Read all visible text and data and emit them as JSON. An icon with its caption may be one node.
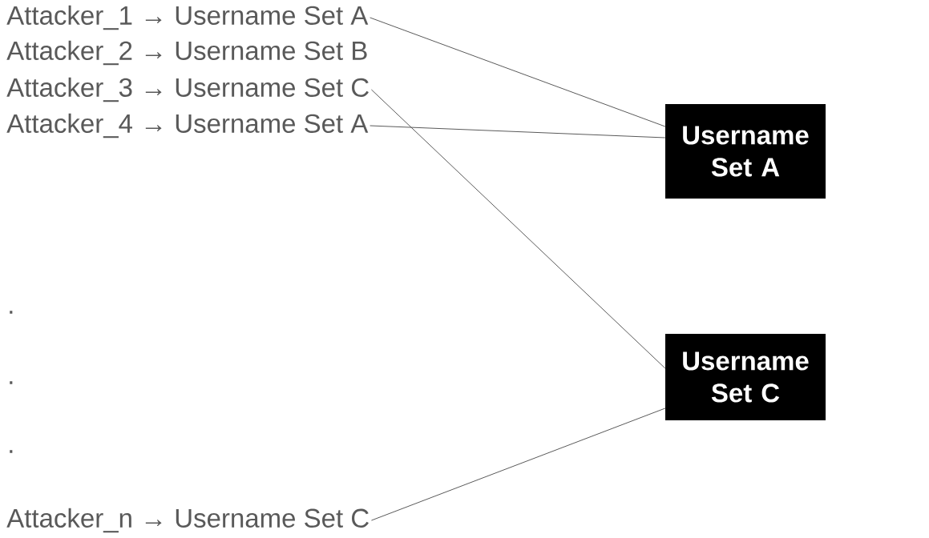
{
  "diagram": {
    "nodes": [
      {
        "text": [
          "Attacker_1 → Username Set A"
        ]
      },
      {
        "text": [
          "Attacker_2 → Username Set B"
        ]
      },
      {
        "text": [
          "Attacker_3 → Username Set C"
        ]
      },
      {
        "text": [
          "Attacker_4 → Username Set A"
        ]
      },
      {
        "text": [
          "Attacker_n → Username Set C"
        ]
      },
      {
        "text": [
          "Username Set A"
        ]
      },
      {
        "text": [
          "Username Set C"
        ]
      }
    ],
    "edges": [
      {
        "from": 0,
        "to": 5,
        "arrow": "none"
      },
      {
        "from": 3,
        "to": 5,
        "arrow": "none"
      },
      {
        "from": 2,
        "to": 6,
        "arrow": "none"
      },
      {
        "from": 4,
        "to": 6,
        "arrow": "none"
      }
    ],
    "labels": [
      ".",
      ".",
      "."
    ]
  }
}
